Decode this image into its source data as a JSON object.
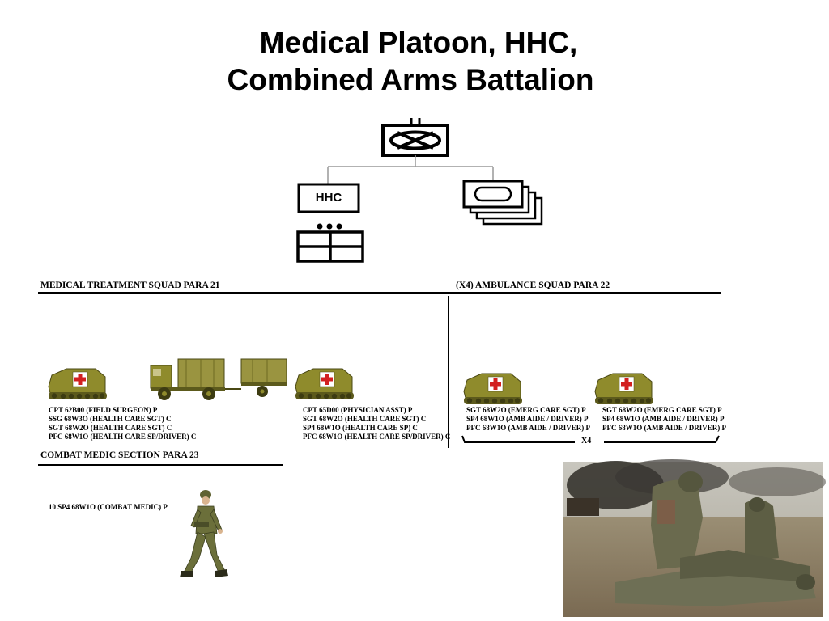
{
  "title": {
    "line1": "Medical Platoon, HHC,",
    "line2": "Combined Arms Battalion"
  },
  "org_chart": {
    "hhc_label": "HHC"
  },
  "sections": {
    "treatment": {
      "header": "MEDICAL TREATMENT SQUAD  PARA 21",
      "group1": [
        "CPT 62B00 (FIELD SURGEON) P",
        "SSG 68W3O (HEALTH CARE SGT) C",
        "SGT 68W2O (HEALTH CARE SGT) C",
        "PFC 68W1O (HEALTH CARE SP/DRIVER) C"
      ],
      "group2": [
        "CPT 65D00 (PHYSICIAN ASST) P",
        "SGT 68W2O (HEALTH CARE SGT) C",
        "SP4 68W1O (HEALTH CARE SP) C",
        "PFC 68W1O (HEALTH CARE SP/DRIVER) C"
      ]
    },
    "ambulance": {
      "header": "(X4) AMBULANCE SQUAD PARA 22",
      "group1": [
        "SGT 68W2O (EMERG CARE SGT) P",
        "SP4 68W1O (AMB AIDE / DRIVER) P",
        "PFC 68W1O (AMB AIDE / DRIVER) P"
      ],
      "group2": [
        "SGT 68W2O (EMERG CARE SGT) P",
        "SP4 68W1O (AMB AIDE / DRIVER) P",
        "PFC 68W1O (AMB AIDE / DRIVER) P"
      ],
      "multiplier": "X4"
    },
    "combat_medic": {
      "header": "COMBAT MEDIC SECTION  PARA 23",
      "item": "10 SP4 68W1O (COMBAT MEDIC) P"
    }
  },
  "colors": {
    "vehicle_olive": "#8f8b2c",
    "vehicle_dark": "#5c5a1c",
    "red_cross": "#d22020"
  }
}
